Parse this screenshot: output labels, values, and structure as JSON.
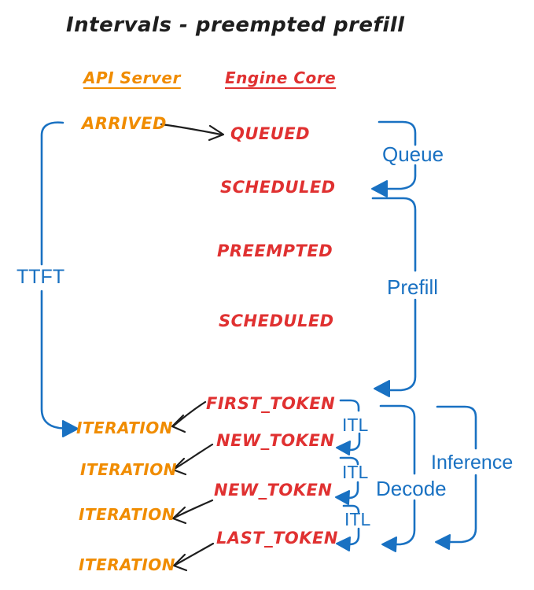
{
  "title": "Intervals - preempted prefill",
  "colors": {
    "orange": "#f08c00",
    "red": "#e03131",
    "blue": "#1971c2",
    "ink": "#1e1e1e",
    "bg": "#ffffff"
  },
  "columns": {
    "api_server": "API Server",
    "engine_core": "Engine Core"
  },
  "events": {
    "arrived": "ARRIVED",
    "queued": "QUEUED",
    "scheduled_1": "SCHEDULED",
    "preempted": "PREEMPTED",
    "scheduled_2": "SCHEDULED",
    "first_token": "FIRST_TOKEN",
    "new_token_1": "NEW_TOKEN",
    "new_token_2": "NEW_TOKEN",
    "last_token": "LAST_TOKEN",
    "iterations": [
      "ITERATION",
      "ITERATION",
      "ITERATION",
      "ITERATION"
    ]
  },
  "intervals": {
    "ttft": "TTFT",
    "queue": "Queue",
    "prefill": "Prefill",
    "itl": [
      "ITL",
      "ITL",
      "ITL"
    ],
    "decode": "Decode",
    "inference": "Inference"
  }
}
